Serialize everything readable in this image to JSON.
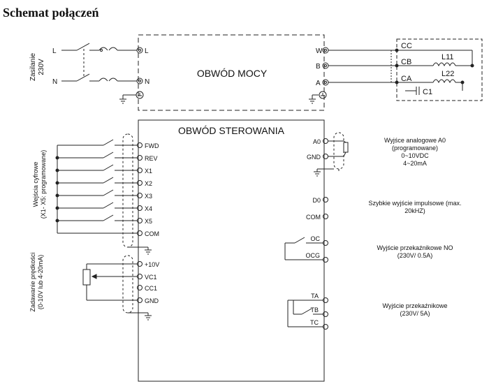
{
  "title": "Schemat połączeń",
  "power": {
    "section_title": "OBWÓD MOCY",
    "supply_label_1": "Zasilanie",
    "supply_label_2": "230V",
    "in_L": "L",
    "in_N": "N",
    "term_L": "L",
    "term_N": "N",
    "out_W": "W",
    "out_B": "B",
    "out_A": "A",
    "motor_CC": "CC",
    "motor_CB": "CB",
    "motor_CA": "CA",
    "motor_L11": "L11",
    "motor_L22": "L22",
    "motor_C1": "C1"
  },
  "control": {
    "section_title": "OBWÓD STEROWANIA",
    "digital_label_1": "Wejścia cyfrowe",
    "digital_label_2": "(X1- X5: programowane)",
    "digital_terminals": [
      "FWD",
      "REV",
      "X1",
      "X2",
      "X3",
      "X4",
      "X5",
      "COM"
    ],
    "speed_label_1": "Zadawanie prędkości",
    "speed_label_2": "(0-10V lub 4-20mA)",
    "speed_terminals": [
      "+10V",
      "VC1",
      "CC1",
      "GND"
    ],
    "a0": "A0",
    "a0_gnd": "GND",
    "d0": "D0",
    "d0_com": "COM",
    "oc": "OC",
    "ocg": "OCG",
    "ta": "TA",
    "tb": "TB",
    "tc": "TC",
    "desc_analog": [
      "Wyjśce analogowe A0",
      "(programowane)",
      "0~10VDC",
      "4~20mA"
    ],
    "desc_pulse": [
      "Szybkie wyjście impulsowe (max.",
      "20kHZ)"
    ],
    "desc_no": [
      "Wyjście przekaźnikowe NO",
      "(230V/ 0.5A)"
    ],
    "desc_relay": [
      "Wyjście przekaźnikowe",
      "(230V/ 5A)"
    ]
  }
}
